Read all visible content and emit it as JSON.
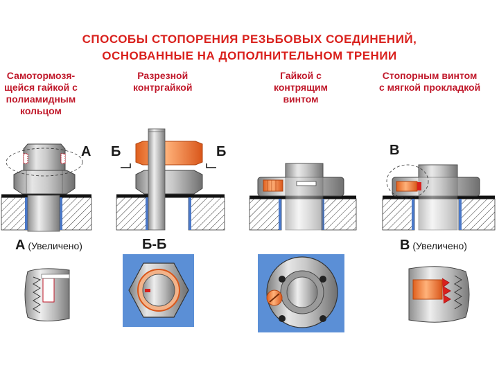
{
  "title": {
    "line1": "СПОСОБЫ  СТОПОРЕНИЯ  РЕЗЬБОВЫХ СОЕДИНЕНИЙ,",
    "line2": "ОСНОВАННЫЕ  НА  ДОПОЛНИТЕЛЬНОМ  ТРЕНИИ"
  },
  "methods": [
    {
      "lines": [
        "Самотормозя-",
        "щейся гайкой с",
        "полиамидным",
        "кольцом"
      ]
    },
    {
      "lines": [
        "Разрезной",
        "контргайкой"
      ]
    },
    {
      "lines": [
        "Гайкой с",
        "контрящим",
        "винтом"
      ]
    },
    {
      "lines": [
        "Стопорным винтом",
        "с мягкой прокладкой"
      ]
    }
  ],
  "labels": {
    "a": "А",
    "b_left": "Б",
    "b_right": "Б",
    "v": "В",
    "zoom_a_letter": "А",
    "zoom_a_text": "(Увеличено)",
    "section": "Б-Б",
    "zoom_v_letter": "В",
    "zoom_v_text": "(Увеличено)"
  },
  "colors": {
    "title": "#d9201c",
    "caption": "#c0182a",
    "accent": "#f07a3a",
    "panel": "#5b8fd6",
    "gasket": "#4a78c8"
  }
}
